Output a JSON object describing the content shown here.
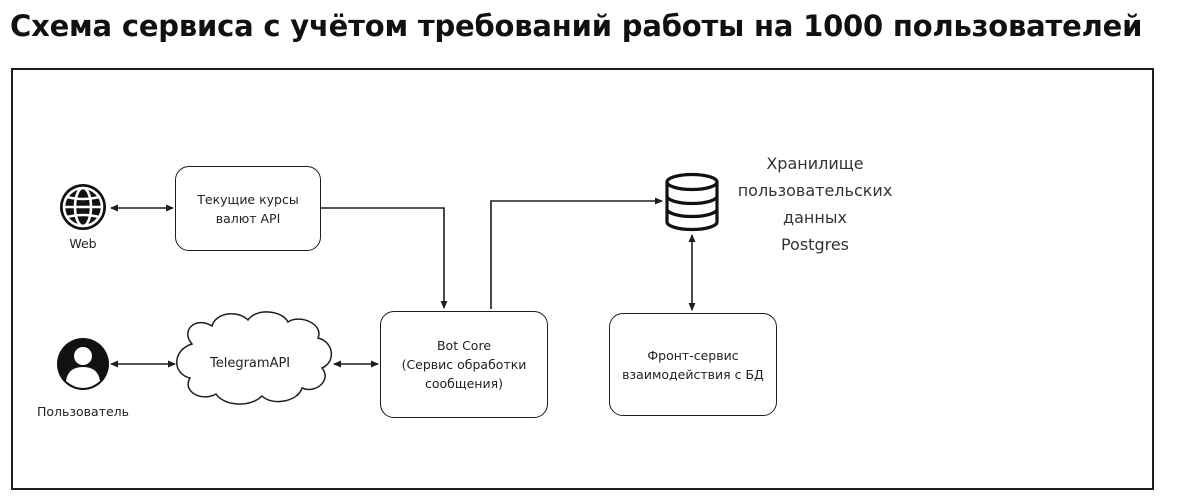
{
  "title": "Схема сервиса с учётом требований работы на 1000 пользователей",
  "nodes": {
    "currency_api": "Текущие курсы\nвалют API",
    "bot_core": "Bot Core\n(Сервис обработки\nсообщения)",
    "front_service": "Фронт-сервис\nвзаимодействия с БД",
    "telegram_api": "TelegramAPI",
    "storage": "Хранилище\nпользовательских\nданных\nPostgres"
  },
  "icons": {
    "web": {
      "icon": "globe-icon",
      "label": "Web"
    },
    "user": {
      "icon": "user-icon",
      "label": "Пользователь"
    },
    "database": {
      "icon": "database-icon"
    }
  },
  "colors": {
    "stroke": "#1e1e1e",
    "text": "#222222",
    "background": "#ffffff"
  }
}
